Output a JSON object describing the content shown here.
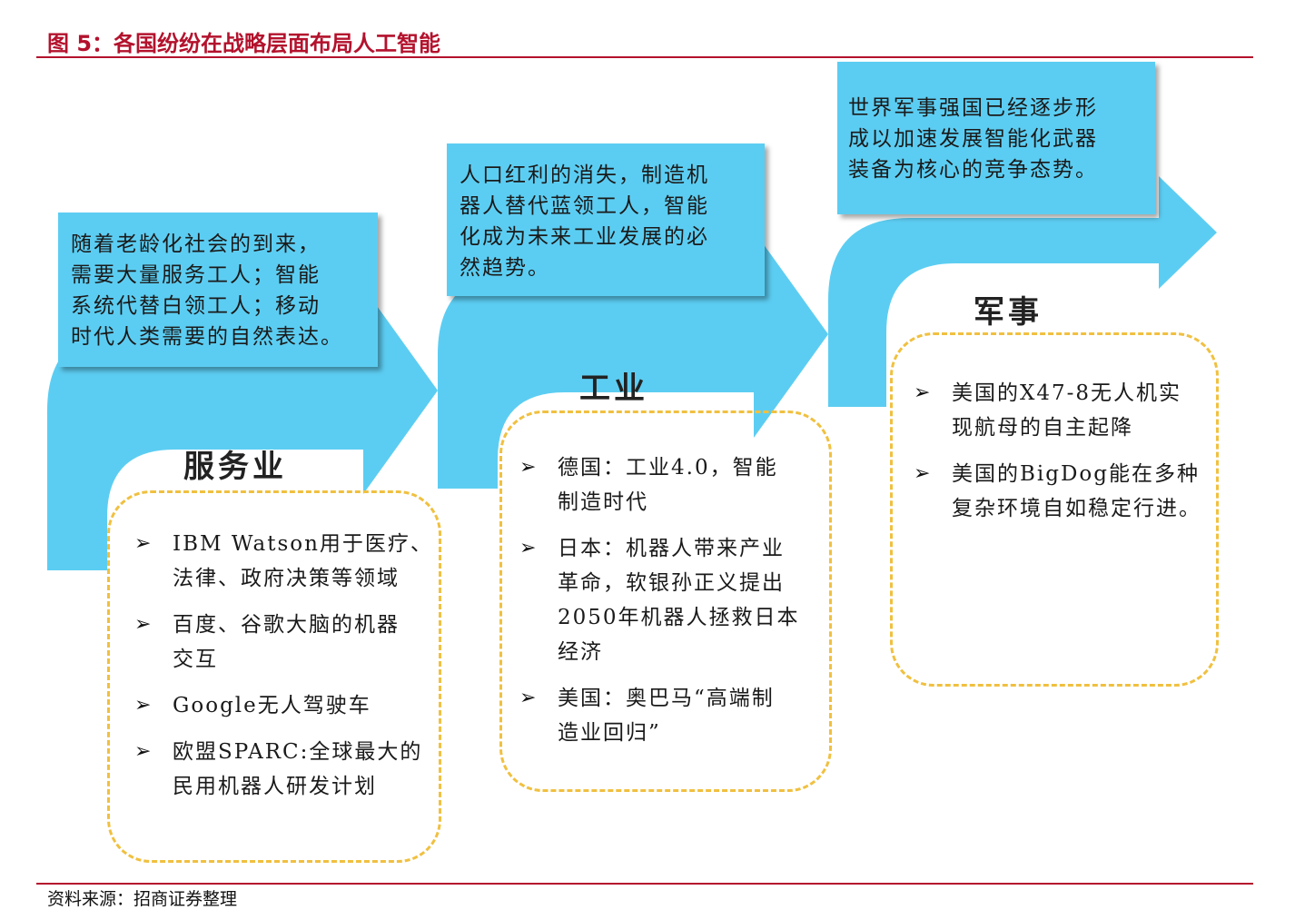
{
  "figure_title": "图 5：各国纷纷在战略层面布局人工智能",
  "source": "资料来源：招商证券整理",
  "colors": {
    "arrow": "#5ccdf2",
    "title_red": "#b3122d",
    "dashed_border": "#f0c040"
  },
  "stages": [
    {
      "title": "服务业",
      "callout": [
        "随着老龄化社会的到来，",
        "需要大量服务工人；智能",
        "系统代替白领工人；移动",
        "时代人类需要的自然表达。"
      ],
      "bullets": [
        {
          "marker": "➢",
          "lines": [
            "IBM Watson用于医疗、",
            "法律、政府决策等领域"
          ]
        },
        {
          "marker": "➢",
          "lines": [
            "百度、谷歌大脑的机器",
            "交互"
          ]
        },
        {
          "marker": "➢",
          "lines": [
            "Google无人驾驶车"
          ]
        },
        {
          "marker": "➢",
          "lines": [
            "欧盟SPARC:全球最大的",
            "民用机器人研发计划"
          ]
        }
      ]
    },
    {
      "title": "工业",
      "callout": [
        "人口红利的消失，制造机",
        "器人替代蓝领工人，智能",
        "化成为未来工业发展的必",
        "然趋势。"
      ],
      "bullets": [
        {
          "marker": "➢",
          "lines": [
            "德国：工业4.0，智能",
            "制造时代"
          ]
        },
        {
          "marker": "➢",
          "lines": [
            "日本：机器人带来产业",
            "革命，软银孙正义提出",
            "2050年机器人拯救日本",
            "经济"
          ]
        },
        {
          "marker": "➢",
          "lines": [
            "美国：奥巴马“高端制",
            "造业回归”"
          ]
        }
      ]
    },
    {
      "title": "军事",
      "callout": [
        "世界军事强国已经逐步形",
        "成以加速发展智能化武器",
        "装备为核心的竞争态势。"
      ],
      "bullets": [
        {
          "marker": "➢",
          "lines": [
            "美国的X47-8无人机实",
            "现航母的自主起降"
          ]
        },
        {
          "marker": "➢",
          "lines": [
            "美国的BigDog能在多种",
            "复杂环境自如稳定行进。"
          ]
        }
      ]
    }
  ]
}
